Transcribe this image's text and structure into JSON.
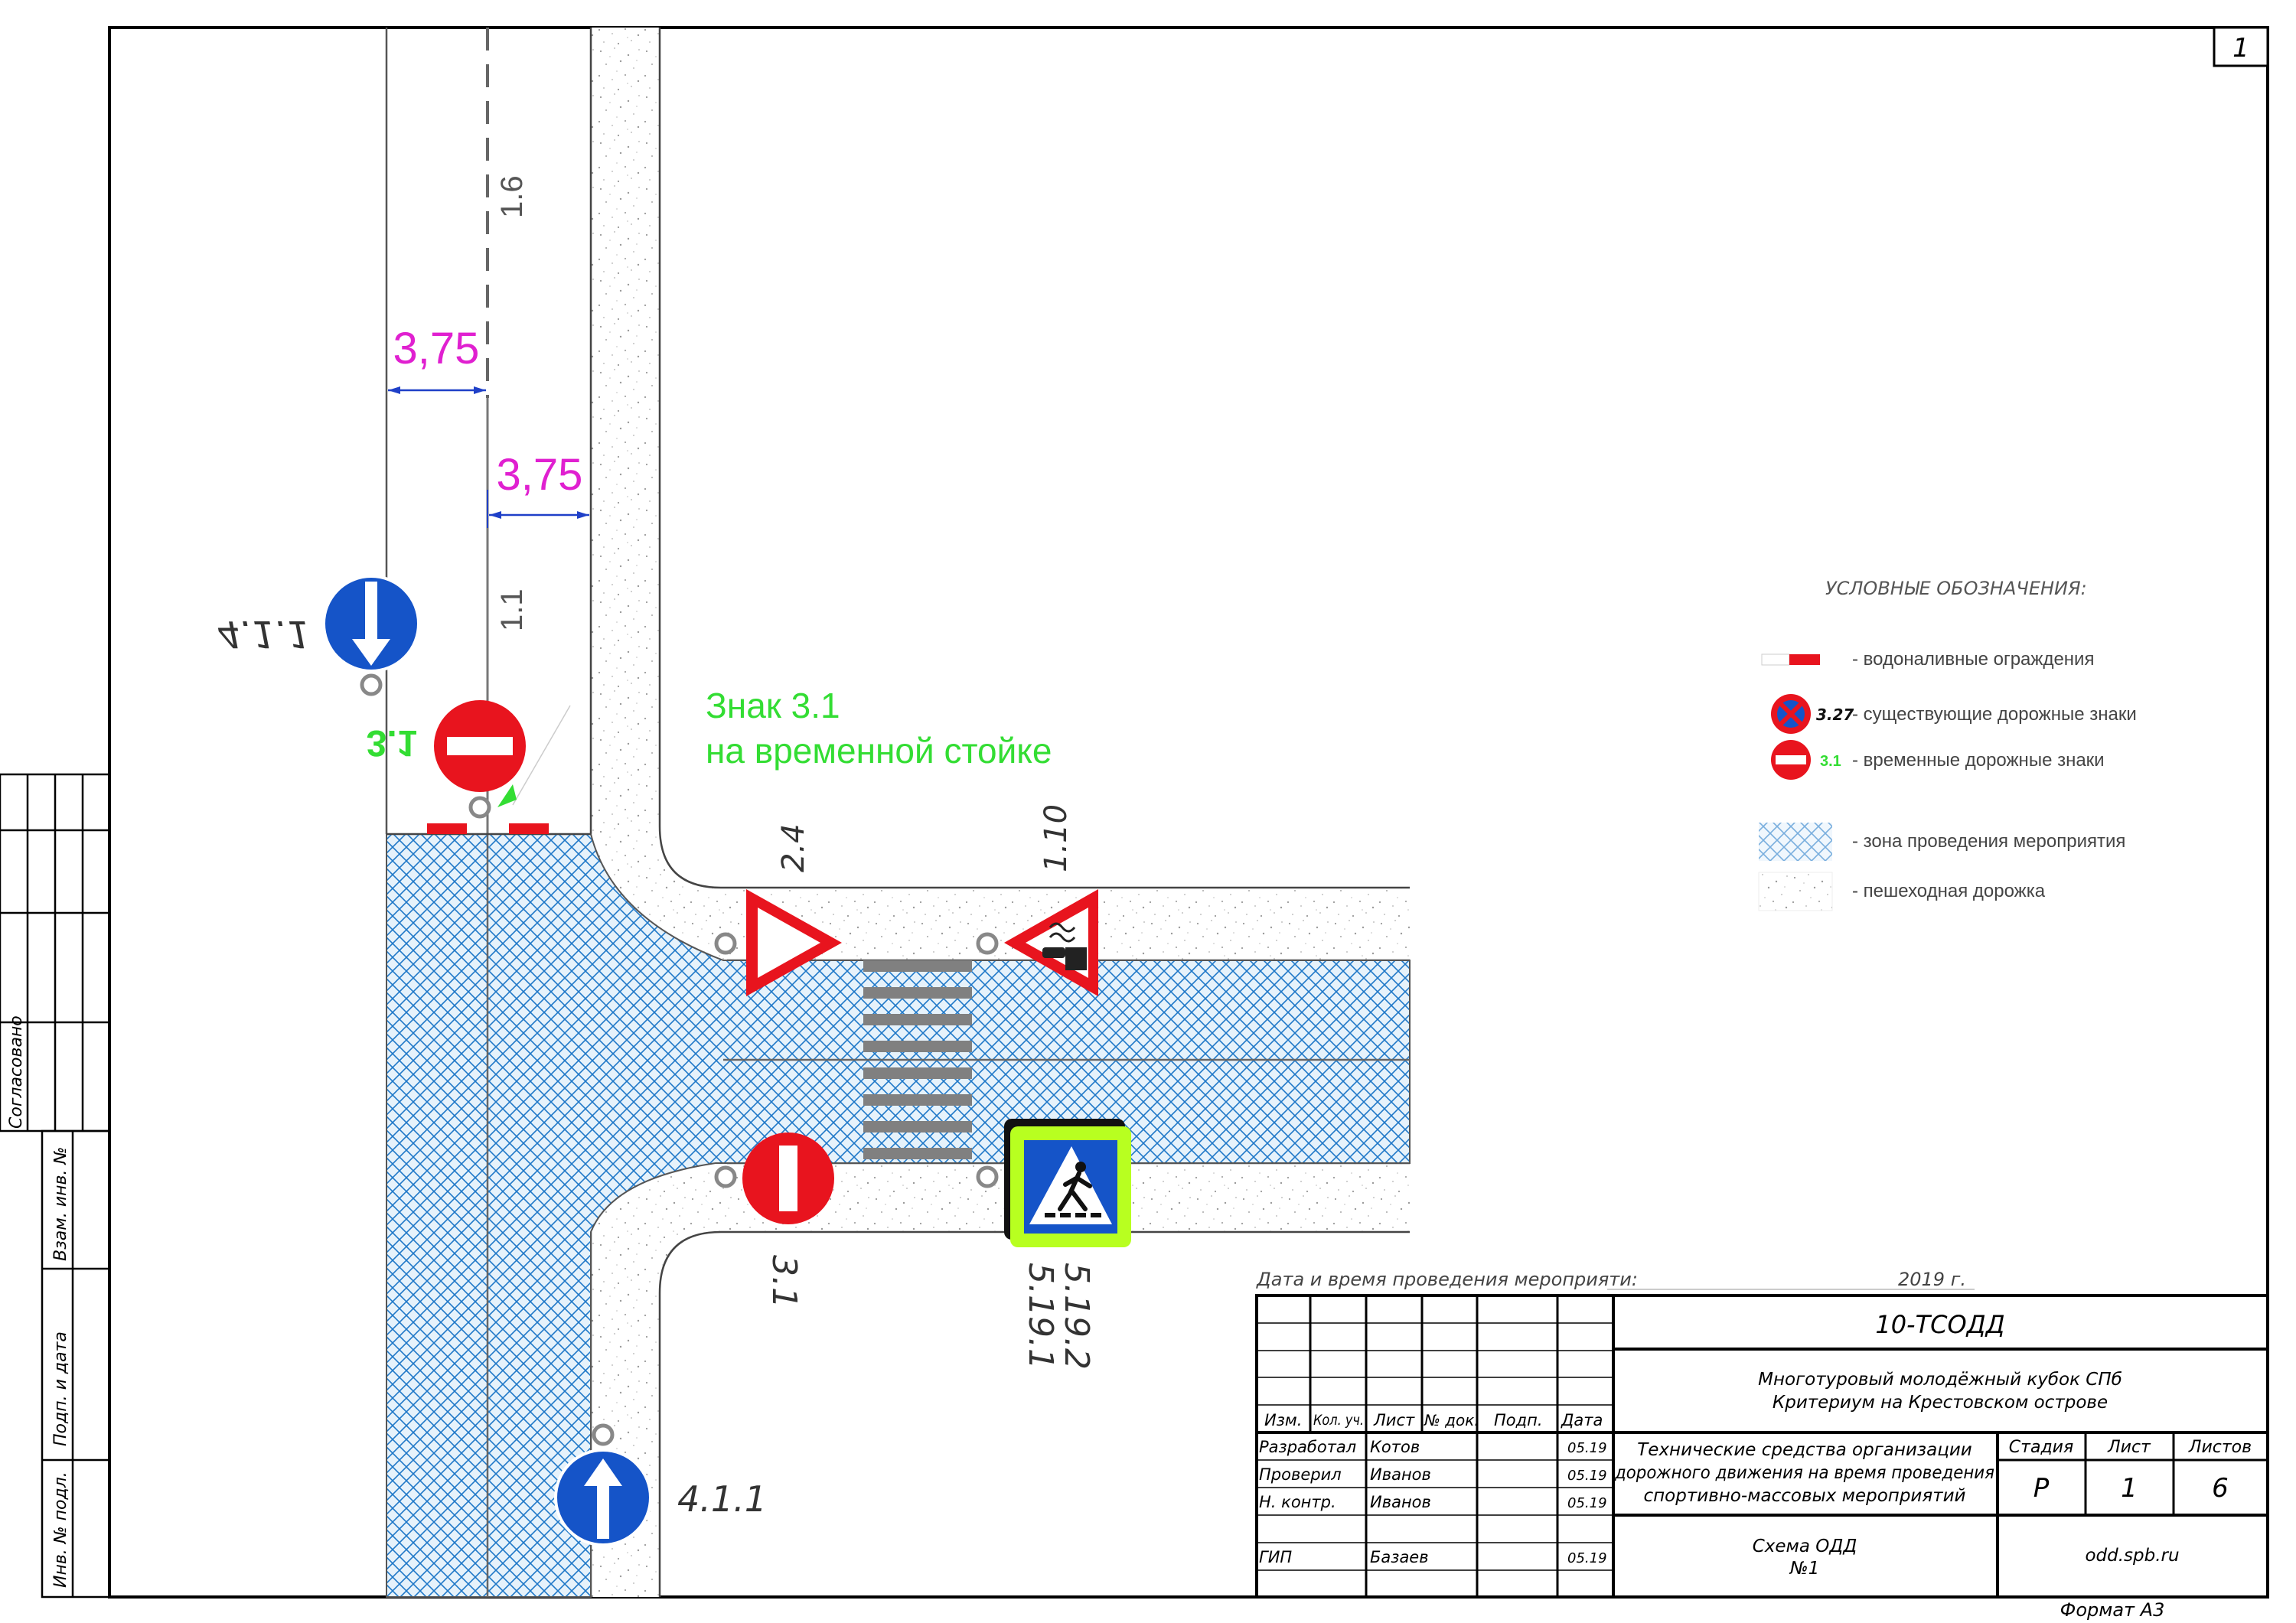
{
  "sheet": {
    "number": "1",
    "format_label": "Формат А3"
  },
  "road": {
    "marking_labels": {
      "upper": "1.6",
      "lower": "1.1"
    },
    "lane_width_labels": [
      "3,75",
      "3,75"
    ],
    "annotation": {
      "line1": "Знак 3.1",
      "line2": "на временной стойке"
    }
  },
  "signs": [
    {
      "code": "4.1.1",
      "label": "4.1.1",
      "kind": "blue-arrow-down",
      "status": "existing",
      "label_flipped": true
    },
    {
      "code": "3.1",
      "label": "3.1",
      "kind": "no-entry",
      "status": "temporary",
      "label_flipped": true
    },
    {
      "code": "2.4",
      "label": "2.4",
      "kind": "yield",
      "status": "existing"
    },
    {
      "code": "1.10",
      "label": "1.10",
      "kind": "warning-embankment",
      "status": "existing"
    },
    {
      "code": "3.1",
      "label": "3.1",
      "kind": "no-entry",
      "status": "existing",
      "label_flipped": true
    },
    {
      "code": "5.19.1",
      "label": "5.19.1",
      "kind": "pedestrian-crossing",
      "status": "existing",
      "label_flipped": true
    },
    {
      "code": "5.19.2",
      "label": "5.19.2",
      "kind": "pedestrian-crossing",
      "status": "existing",
      "label_flipped": true
    },
    {
      "code": "4.1.1",
      "label": "4.1.1",
      "kind": "blue-arrow-up",
      "status": "existing"
    }
  ],
  "legend": {
    "title": "УСЛОВНЫЕ ОБОЗНАЧЕНИЯ:",
    "items": [
      {
        "symbol": "water-barrier",
        "text": "- водоналивные ограждения"
      },
      {
        "symbol": "existing-sign",
        "code": "3.27",
        "text": "- существующие дорожные знаки"
      },
      {
        "symbol": "temporary-sign",
        "code": "3.1",
        "text": "- временные дорожные знаки"
      },
      {
        "symbol": "event-zone",
        "text": "- зона проведения мероприятия"
      },
      {
        "symbol": "footpath",
        "text": "- пешеходная дорожка"
      }
    ]
  },
  "stamp": {
    "event_date_label": "Дата и время проведения мероприяти:",
    "event_year": "2019 г.",
    "code": "10-ТСОДД",
    "project_line1": "Многотуровый молодёжный кубок СПб",
    "project_line2": "Критериум на Крестовском острове",
    "revision_headers": [
      "Изм.",
      "Кол. уч.",
      "Лист",
      "№ док.",
      "Подп.",
      "Дата"
    ],
    "people": [
      {
        "role": "Разработал",
        "name": "Котов",
        "date": "05.19"
      },
      {
        "role": "Проверил",
        "name": "Иванов",
        "date": "05.19"
      },
      {
        "role": "Н. контр.",
        "name": "Иванов",
        "date": "05.19"
      },
      {
        "role": "",
        "name": "",
        "date": ""
      },
      {
        "role": "ГИП",
        "name": "Базаев",
        "date": "05.19"
      }
    ],
    "doc_title_line1": "Технические средства организации",
    "doc_title_line2": "дорожного движения на время проведения",
    "doc_title_line3": "спортивно-массовых мероприятий",
    "stage_header": "Стадия",
    "sheet_header": "Лист",
    "sheets_header": "Листов",
    "stage_value": "Р",
    "sheet_value": "1",
    "sheets_value": "6",
    "scheme_line1": "Схема ОДД",
    "scheme_line2": "№1",
    "website": "odd.spb.ru"
  },
  "side_stamp": {
    "agreed": "Согласовано",
    "substitute_inv": "Взам. инв. №",
    "sign_date": "Подп. и дата",
    "original_inv": "Инв. № подл."
  },
  "colors": {
    "event_zone_hatch": "#1f78c8",
    "dimension_text": "#e020d0",
    "dimension_arrow": "#1f40c8",
    "annotation_text": "#33dd33",
    "sign_red": "#e8141e",
    "sign_blue": "#1554c8",
    "pedestrian_sign_border": "#b8ff20"
  }
}
